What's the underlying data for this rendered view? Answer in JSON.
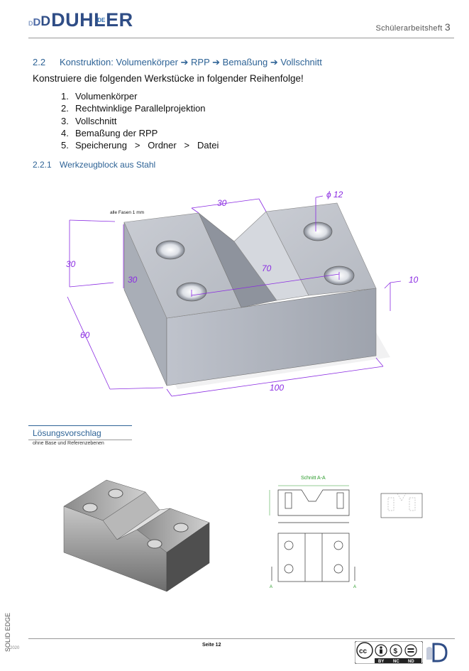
{
  "header": {
    "logo_prefix": "DDD",
    "logo_main": "DUHLER",
    "logo_suffix": ".DE",
    "doc_title": "Schülerarbeitsheft",
    "doc_num": "3"
  },
  "section": {
    "number": "2.2",
    "title": "Konstruktion: Volumenkörper ➔ RPP ➔ Bemaßung ➔ Vollschnitt"
  },
  "intro": "Konstruiere die folgenden Werkstücke in folgender Reihenfolge!",
  "steps": [
    {
      "n": "1.",
      "text": "Volumenkörper"
    },
    {
      "n": "2.",
      "text": "Rechtwinklige Parallelprojektion"
    },
    {
      "n": "3.",
      "text": "Vollschnitt"
    },
    {
      "n": "4.",
      "text": "Bemaßung der RPP"
    },
    {
      "n": "5.",
      "text": "Speicherung   >   Ordner   >   Datei"
    }
  ],
  "subsection": {
    "number": "2.2.1",
    "title": "Werkzeugblock aus Stahl"
  },
  "drawing": {
    "note": "alle Fasen 1 mm",
    "dims": {
      "top_width": "30",
      "hole_dia": "ϕ 12",
      "height": "30",
      "depth_inner": "30",
      "hole_spacing": "70",
      "edge": "10",
      "depth": "60",
      "length": "100"
    }
  },
  "solution": {
    "title": "Lösungsvorschlag",
    "subtitle": "ohne Base und Referenzebenen",
    "section_label": "Schnitt A-A",
    "cut_marker": "A"
  },
  "footer": {
    "page": "Seite 12",
    "side_brand": "SOLID EDGE",
    "side_year": "2020",
    "cc_labels": [
      "BY",
      "NC",
      "ND"
    ]
  },
  "colors": {
    "heading": "#2e6396",
    "dimension": "#8a2be2",
    "logo": "#2f4d86"
  }
}
